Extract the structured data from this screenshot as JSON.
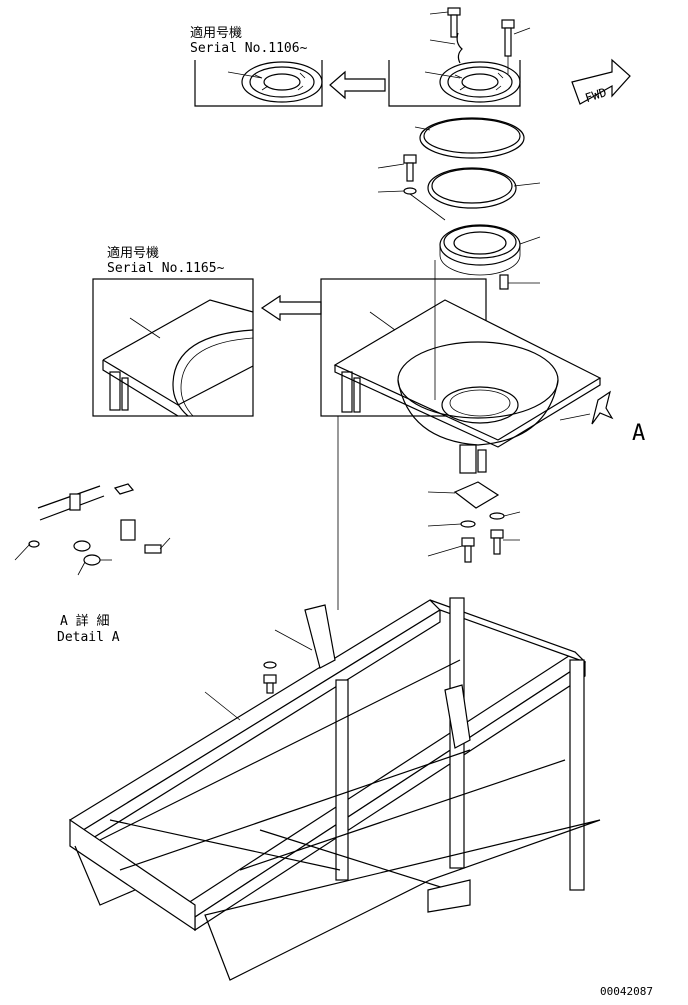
{
  "callouts": {
    "top_applicable": {
      "jp": "適用号機",
      "serial": "Serial No.1106~"
    },
    "mid_applicable": {
      "jp": "適用号機",
      "serial": "Serial No.1165~"
    },
    "detail": {
      "jp": "A 詳 細",
      "en": "Detail A"
    }
  },
  "view_arrow_label": "A",
  "fwd_label": "FWD",
  "drawing_number": "00042087"
}
